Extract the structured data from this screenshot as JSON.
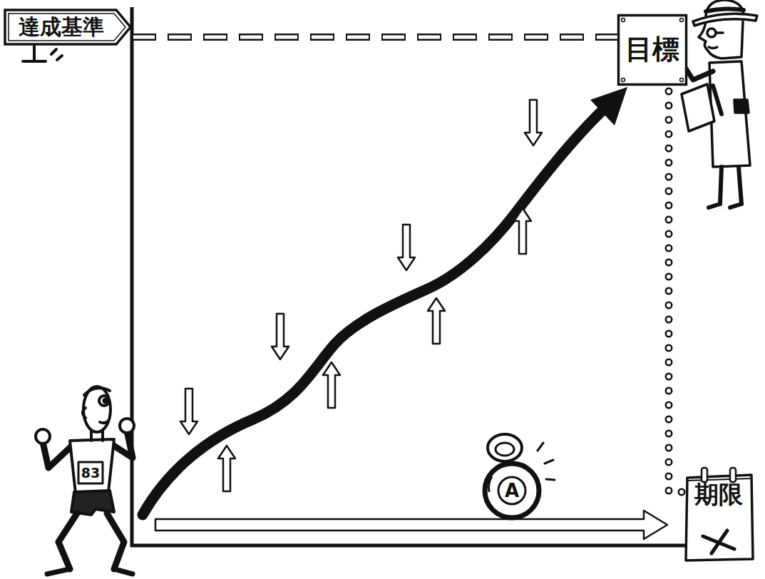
{
  "diagram": {
    "nodes": [
      {
        "text": [
          "達成基準"
        ]
      },
      {
        "text": [
          "目標"
        ]
      },
      {
        "text": [
          "期限"
        ]
      }
    ],
    "edges": [
      {
        "from": 0,
        "to": 1,
        "arrow": "none"
      },
      {
        "from": 1,
        "to": 2,
        "arrow": "none"
      }
    ],
    "labels": [
      "83",
      "A"
    ]
  }
}
